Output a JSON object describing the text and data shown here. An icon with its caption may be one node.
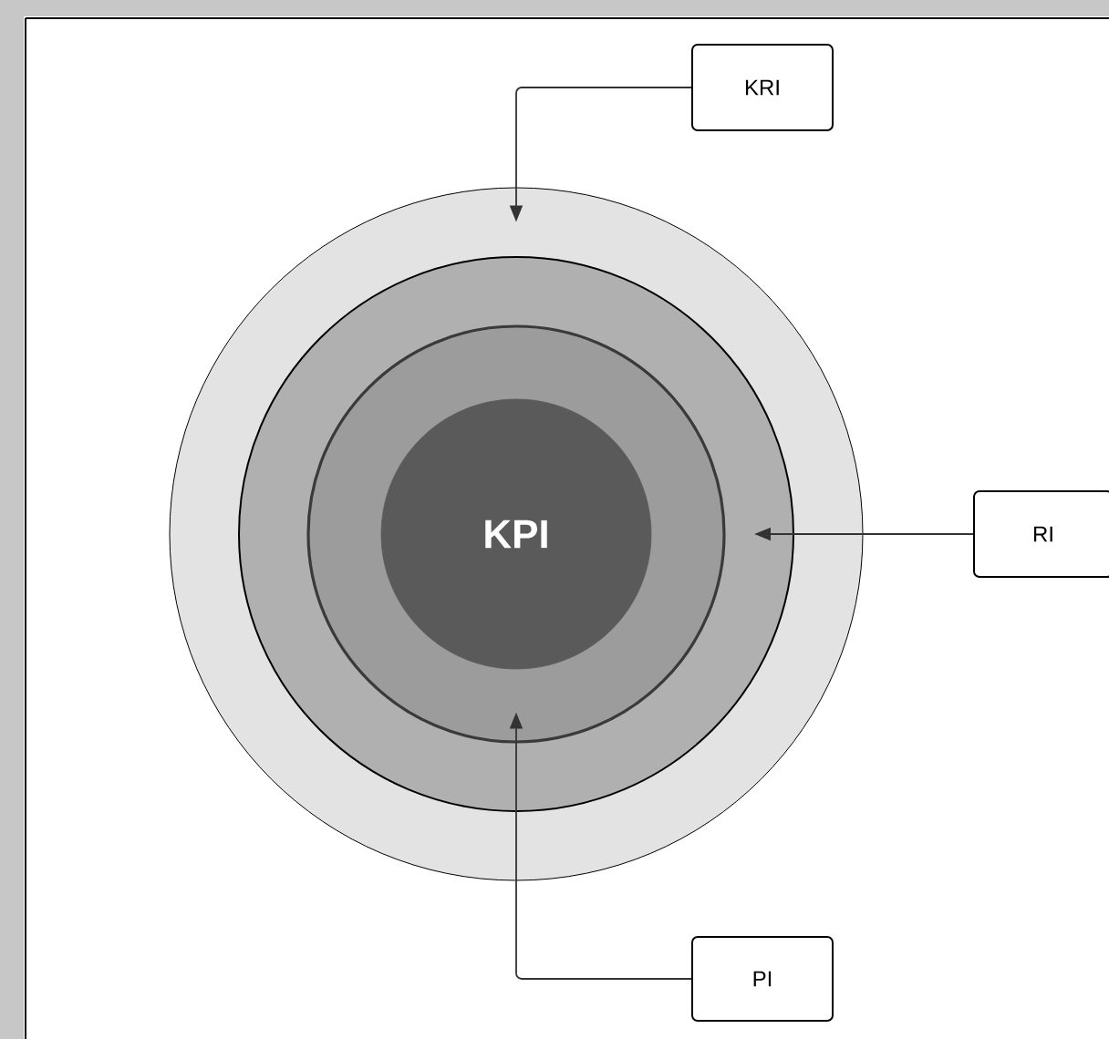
{
  "diagram": {
    "nodes": [
      {
        "text": [],
        "shape": "circle"
      },
      {
        "text": [],
        "shape": "circle",
        "in": 0
      },
      {
        "text": [],
        "shape": "circle",
        "in": 1
      },
      {
        "text": [
          "KPI"
        ],
        "in": 2
      },
      {
        "text": [
          "KRI"
        ]
      },
      {
        "text": [
          "RI"
        ]
      },
      {
        "text": [
          "PI"
        ]
      }
    ],
    "edges": [
      {
        "from": 4,
        "to": 0,
        "arrow": "to"
      },
      {
        "from": 5,
        "to": 1,
        "arrow": "to"
      },
      {
        "from": 6,
        "to": 2,
        "arrow": "to"
      }
    ]
  }
}
